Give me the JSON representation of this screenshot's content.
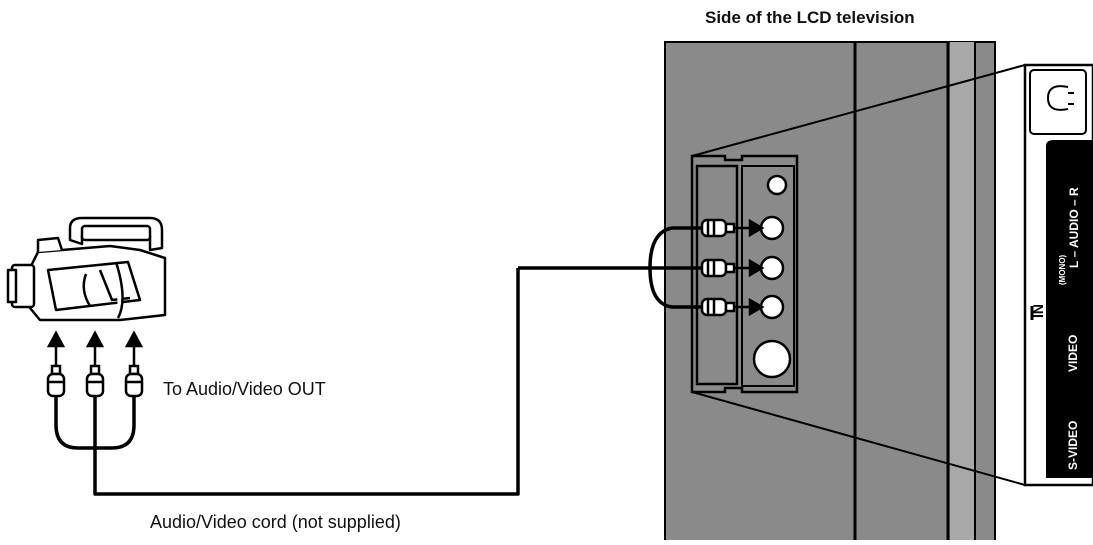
{
  "tv_title": "Side of the LCD television",
  "out_label": "To Audio/Video OUT",
  "cord_label": "Audio/Video cord (not supplied)",
  "panel": {
    "audio": "L – AUDIO – R",
    "mono": "(MONO)",
    "in": "IN",
    "video": "VIDEO",
    "svideo": "S-VIDEO"
  },
  "colors": {
    "tv_body": "#8a8a8a",
    "line": "#000000",
    "panel_label_bg": "#000000",
    "panel_label_text": "#ffffff"
  },
  "icons": [
    "camcorder-icon",
    "rca-plug-icon",
    "headphone-jack-icon"
  ]
}
